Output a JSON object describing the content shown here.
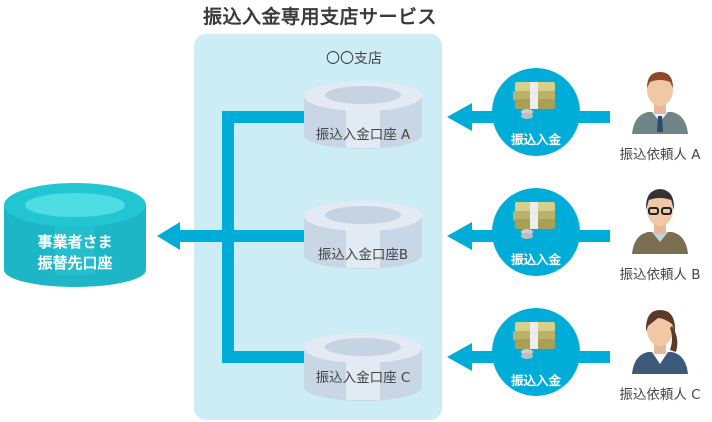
{
  "title": "振込入金専用支店サービス",
  "branch": {
    "name": "〇〇支店"
  },
  "destination": {
    "line1": "事業者さま",
    "line2": "振替先口座"
  },
  "accounts": [
    {
      "label": "振込入金口座 A"
    },
    {
      "label": "振込入金口座B"
    },
    {
      "label": "振込入金口座 C"
    }
  ],
  "deposits": [
    {
      "label": "振込入金",
      "icon": "money-bundle-icon"
    },
    {
      "label": "振込入金",
      "icon": "money-bundle-icon"
    },
    {
      "label": "振込入金",
      "icon": "money-bundle-icon"
    }
  ],
  "payers": [
    {
      "label": "振込依頼人 A",
      "icon": "businessman-icon"
    },
    {
      "label": "振込依頼人 B",
      "icon": "man-glasses-icon"
    },
    {
      "label": "振込依頼人 C",
      "icon": "businesswoman-icon"
    }
  ],
  "colors": {
    "flow": "#00acd8",
    "panel": "#cdedf6",
    "main_tank": "#1cb6c6",
    "account_tank": "#c8d6e5"
  }
}
